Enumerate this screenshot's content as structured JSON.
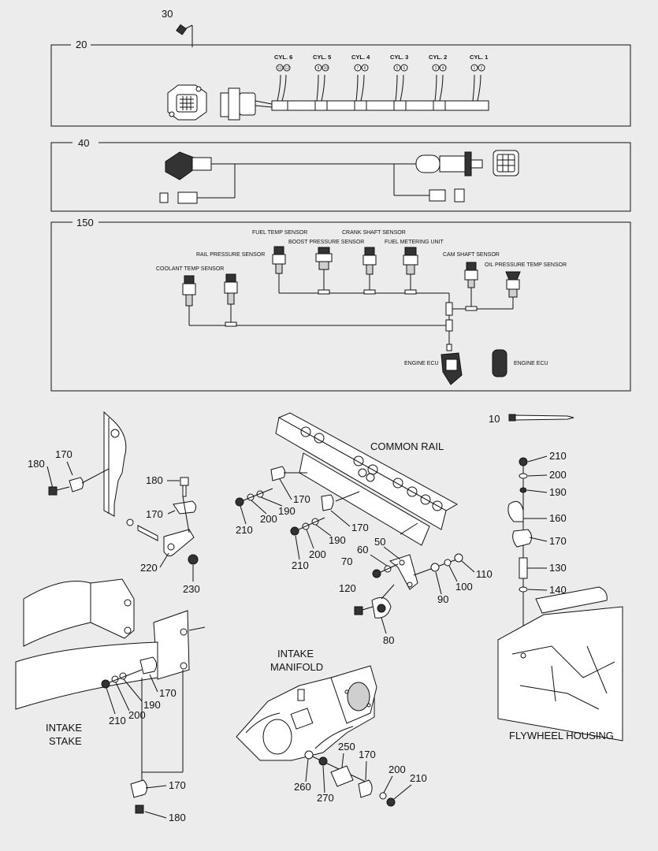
{
  "diagram": {
    "panel_numbers": {
      "harness_top": "20",
      "harness_mid": "40",
      "sensors": "150",
      "bolt_top": "30",
      "tie": "10"
    },
    "cylinders": [
      "CYL. 6",
      "CYL. 5",
      "CYL. 4",
      "CYL. 3",
      "CYL. 2",
      "CYL. 1"
    ],
    "cylinder_pins": [
      [
        "11",
        "12"
      ],
      [
        "9",
        "10"
      ],
      [
        "7",
        "8"
      ],
      [
        "5",
        "6"
      ],
      [
        "3",
        "4"
      ],
      [
        "1",
        "2"
      ]
    ],
    "sensor_labels": {
      "fuel_temp": "FUEL TEMP SENSOR",
      "crank_shaft": "CRANK SHAFT SENSOR",
      "boost_pressure": "BOOST PRESSURE SENSOR",
      "fuel_metering": "FUEL METERING UNIT",
      "rail_pressure": "RAIL PRESSURE SENSOR",
      "cam_shaft": "CAM SHAFT SENSOR",
      "oil_pressure_temp": "OIL PRESSURE TEMP SENSOR",
      "coolant_temp": "COOLANT TEMP SENSOR",
      "engine_ecu_1": "ENGINE ECU",
      "engine_ecu_2": "ENGINE ECU"
    },
    "area_labels": {
      "common_rail": "COMMON RAIL",
      "intake_manifold_1": "INTAKE",
      "intake_manifold_2": "MANIFOLD",
      "intake_stake_1": "INTAKE",
      "intake_stake_2": "STAKE",
      "flywheel_housing": "FLYWHEEL HOUSING"
    },
    "callouts": {
      "c180a": "180",
      "c170a": "170",
      "c180b": "180",
      "c170b": "170",
      "c220": "220",
      "c230": "230",
      "cr170a": "170",
      "cr210a": "210",
      "cr200a": "200",
      "cr190a": "190",
      "cr170b": "170",
      "cr210b": "210",
      "cr200b": "200",
      "cr190b": "190",
      "cr50": "50",
      "cr60": "60",
      "cr70": "70",
      "cr110": "110",
      "cr100": "100",
      "cr90": "90",
      "cr120": "120",
      "cr80": "80",
      "fw210": "210",
      "fw200": "200",
      "fw190": "190",
      "fw160": "160",
      "fw170": "170",
      "fw130": "130",
      "fw140": "140",
      "is170a": "170",
      "is190": "190",
      "is200": "200",
      "is210": "210",
      "is170b": "170",
      "is180": "180",
      "im250": "250",
      "im170": "170",
      "im200": "200",
      "im210": "210",
      "im260": "260",
      "im270": "270"
    }
  }
}
